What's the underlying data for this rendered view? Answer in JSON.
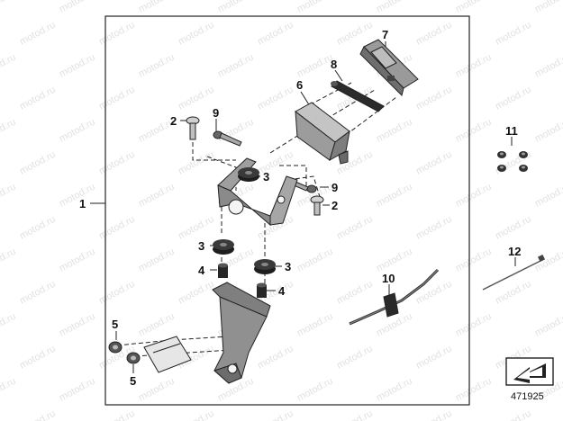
{
  "watermark_text": "motod.ru",
  "reference_number": "471925",
  "callouts": [
    {
      "id": "c1",
      "label": "1"
    },
    {
      "id": "c2a",
      "label": "2"
    },
    {
      "id": "c2b",
      "label": "2"
    },
    {
      "id": "c3a",
      "label": "3"
    },
    {
      "id": "c3b",
      "label": "3"
    },
    {
      "id": "c3c",
      "label": "3"
    },
    {
      "id": "c4a",
      "label": "4"
    },
    {
      "id": "c4b",
      "label": "4"
    },
    {
      "id": "c5a",
      "label": "5"
    },
    {
      "id": "c5b",
      "label": "5"
    },
    {
      "id": "c6",
      "label": "6"
    },
    {
      "id": "c7",
      "label": "7"
    },
    {
      "id": "c8",
      "label": "8"
    },
    {
      "id": "c9a",
      "label": "9"
    },
    {
      "id": "c9b",
      "label": "9"
    },
    {
      "id": "c10",
      "label": "10"
    },
    {
      "id": "c11",
      "label": "11"
    },
    {
      "id": "c12",
      "label": "12"
    }
  ],
  "icons": {
    "corner_symbol": "arrow-box-icon"
  }
}
